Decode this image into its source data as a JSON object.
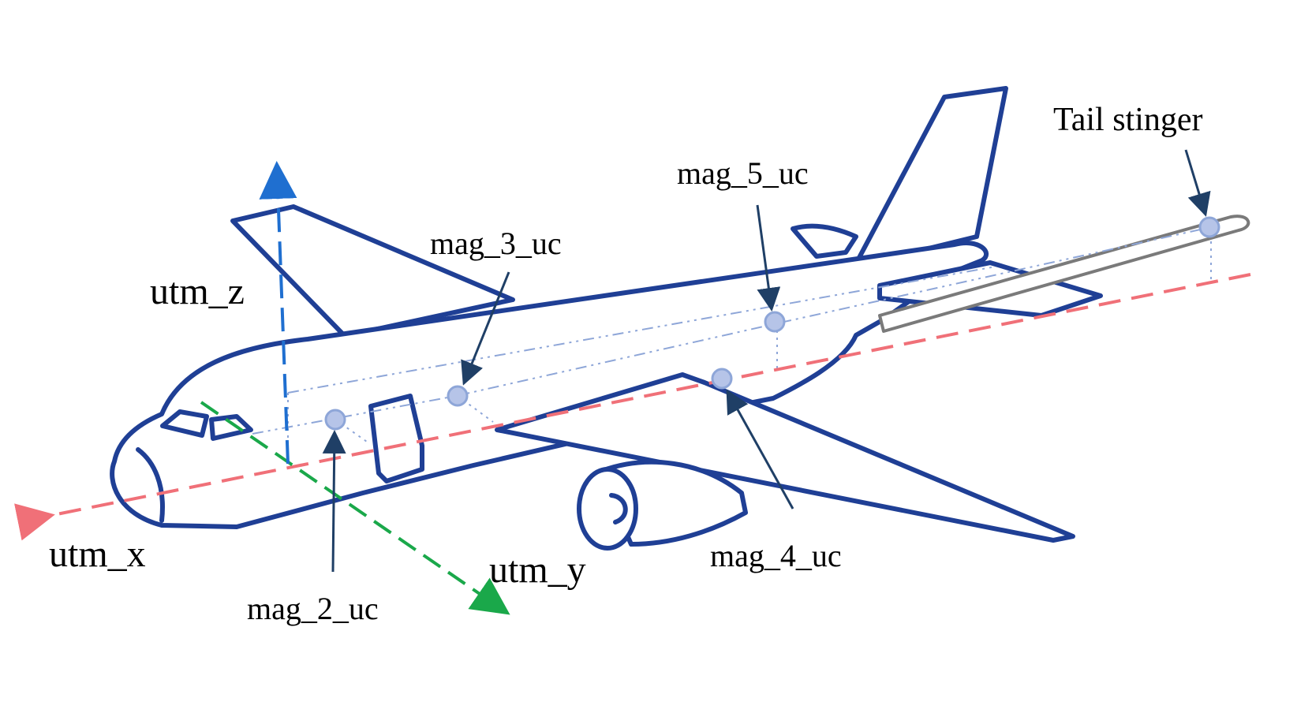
{
  "labels": {
    "axes": {
      "x": "utm_x",
      "y": "utm_y",
      "z": "utm_z"
    },
    "sensors": {
      "mag_2": "mag_2_uc",
      "mag_3": "mag_3_uc",
      "mag_4": "mag_4_uc",
      "mag_5": "mag_5_uc"
    },
    "tail_stinger": "Tail stinger"
  },
  "colors": {
    "aircraft_outline": "#1f3f95",
    "axis_x": "#f07078",
    "axis_y": "#1aa84a",
    "axis_z": "#1f6fd0",
    "sensor_fill": "#b6c4e8",
    "guide_lines": "#8ea6d8",
    "pointer_arrows": "#1f3f66",
    "stinger": "#7a7a7a"
  }
}
